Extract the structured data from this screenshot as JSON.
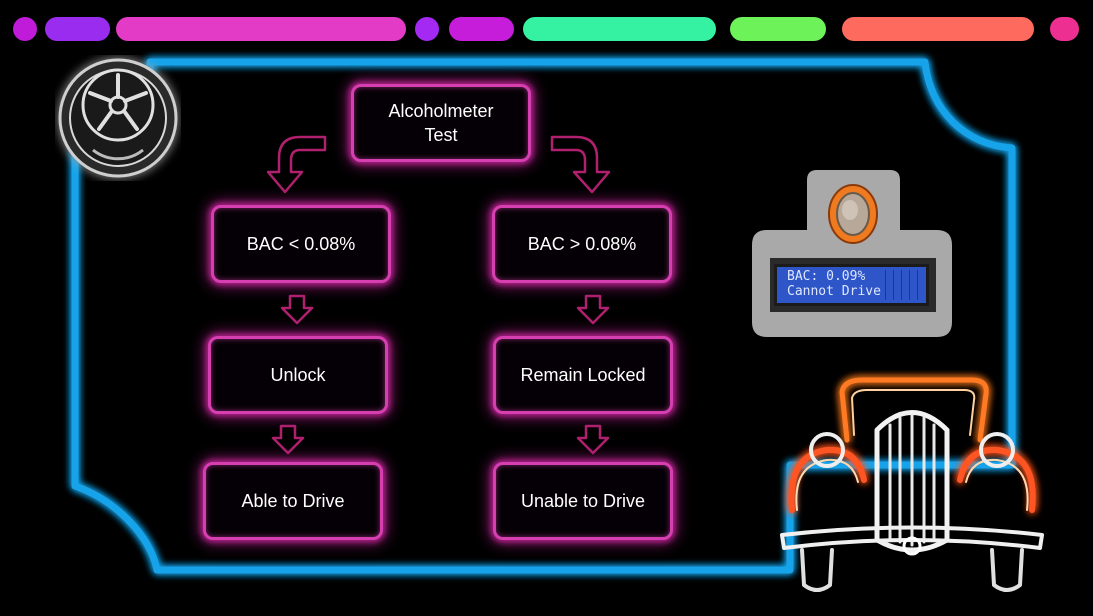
{
  "colors": {
    "frame_blue": "#19a3ea",
    "box_magenta": "#d63fb0",
    "arrow_magenta": "#b0206e",
    "lcd_blue": "#2f56c8"
  },
  "top_bar": {
    "pills": [
      {
        "color": "#c01bd8"
      },
      {
        "color": "#9a2cf0"
      },
      {
        "color": "#e33bc6"
      },
      {
        "color": "#a429f2"
      },
      {
        "color": "#c51dd9"
      },
      {
        "color": "#34f2a2"
      },
      {
        "color": "#6df25a"
      },
      {
        "color": "#ff6a5e"
      },
      {
        "color": "#ee2f92"
      }
    ]
  },
  "icons": {
    "wheel": "wheel-icon",
    "car": "vintage-car-icon",
    "sensor": "alcohol-sensor-icon"
  },
  "flowchart": {
    "root": "Alcoholmeter\nTest",
    "left": {
      "condition": "BAC < 0.08%",
      "action": "Unlock",
      "result": "Able to Drive"
    },
    "right": {
      "condition": "BAC > 0.08%",
      "action": "Remain Locked",
      "result": "Unable to Drive"
    }
  },
  "lcd": {
    "line1": "BAC: 0.09%",
    "line2": "Cannot Drive"
  }
}
